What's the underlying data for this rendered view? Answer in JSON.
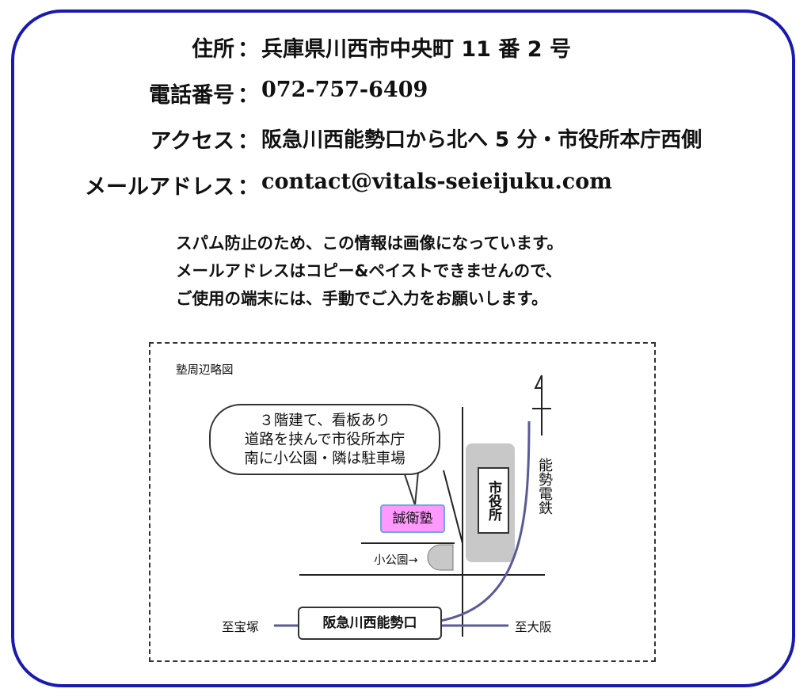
{
  "info": {
    "address": {
      "label": "住所",
      "value": "兵庫県川西市中央町 11 番 2 号"
    },
    "phone": {
      "label": "電話番号",
      "value": "072-757-6409"
    },
    "access": {
      "label": "アクセス",
      "value": "阪急川西能勢口から北へ 5 分・市役所本庁西側"
    },
    "email": {
      "label": "メールアドレス",
      "value": "contact@vitals-seieijuku.com"
    },
    "separator": "："
  },
  "note": {
    "lines": [
      "スパム防止のため、この情報は画像になっています。",
      "メールアドレスはコピー&ペイストできませんので、",
      "ご使用の端末には、手動でご入力をお願いします。"
    ]
  },
  "map": {
    "title": "塾周辺略図",
    "bubble_lines": [
      "３階建て、看板あり",
      "道路を挟んで市役所本庁",
      "南に小公園・隣は駐車場"
    ],
    "school": "誠衛塾",
    "park": "小公園→",
    "city_hall": "市役所",
    "railway": "能勢電鉄",
    "station": "阪急川西能勢口",
    "to_left": "至宝塚",
    "to_right": "至大阪",
    "colors": {
      "frame": "#1a1ab0",
      "rail": "#5a5a9a",
      "school_fill": "#ff99ff",
      "school_border": "#6fa8dc",
      "block_fill": "#c8c8c8"
    }
  }
}
